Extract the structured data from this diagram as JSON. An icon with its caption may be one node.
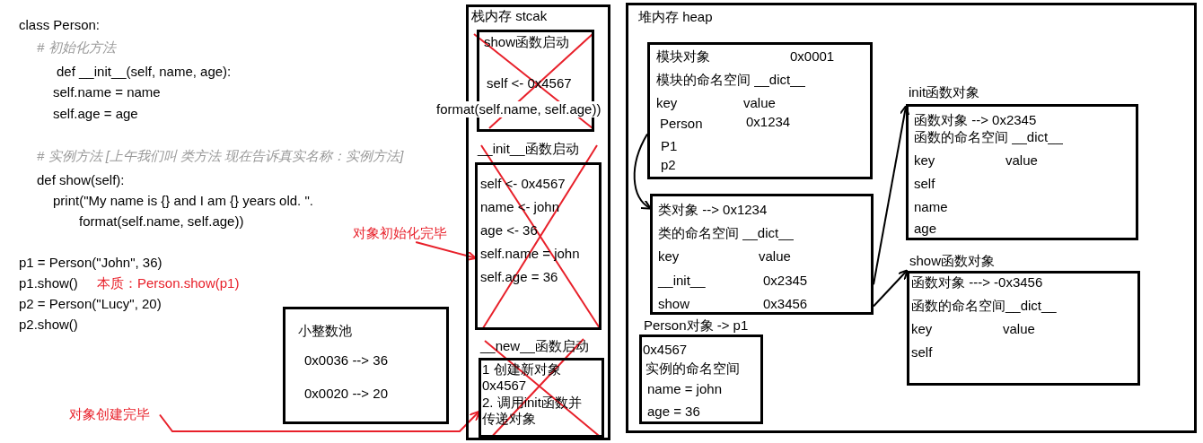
{
  "diagram": {
    "nodes": [
      {
        "text": [
          "栈内存 stcak"
        ]
      },
      {
        "text": [
          "show函数启动",
          "self <- 0x4567"
        ],
        "in": 0
      },
      {
        "text": [
          "__init__函数启动",
          "self <- 0x4567",
          "name <- john",
          "age <- 36",
          "self.name = john",
          "self.age = 36"
        ],
        "in": 0
      },
      {
        "text": [
          "__new__函数启动",
          "1 创建新对象 0x4567",
          "2. 调用init函数并传递对象"
        ],
        "in": 0
      },
      {
        "text": [
          "堆内存 heap"
        ]
      },
      {
        "text": [
          "模块对象",
          "0x0001",
          "模块的命名空间 __dict__",
          "key",
          "value",
          "Person",
          "0x1234",
          "P1",
          "p2"
        ],
        "in": 4
      },
      {
        "text": [
          "类对象 --> 0x1234",
          "类的命名空间 __dict__",
          "key",
          "value",
          "__init__",
          "0x2345",
          "show",
          "0x3456"
        ],
        "in": 4
      },
      {
        "text": [
          "Person对象 -> p1",
          "0x4567",
          "实例的命名空间",
          "name = john",
          "age = 36"
        ],
        "in": 4
      },
      {
        "text": [
          "init函数对象",
          "函数对象  --> 0x2345",
          "函数的命名空间 __dict__",
          "key",
          "value",
          "self",
          "name",
          "age"
        ],
        "in": 4
      },
      {
        "text": [
          "show函数对象",
          "函数对象 ---> -0x3456",
          "函数的命名空间__dict__",
          "key",
          "value",
          "self"
        ],
        "in": 4
      },
      {
        "text": [
          "小整数池",
          "0x0036 --> 36",
          "0x0020 --> 20"
        ]
      },
      {
        "text": [
          "对象初始化完毕"
        ]
      },
      {
        "text": [
          "对象创建完毕"
        ]
      }
    ],
    "edges": [
      {
        "from": 5,
        "to": 6,
        "arrow": "to"
      },
      {
        "from": 6,
        "to": 8,
        "arrow": "to"
      },
      {
        "from": 6,
        "to": 9,
        "arrow": "to"
      },
      {
        "from": 11,
        "to": 2,
        "arrow": "to",
        "color": "#e8202a"
      },
      {
        "from": 12,
        "to": 3,
        "arrow": "to",
        "color": "#e8202a"
      }
    ],
    "labels": [
      "class Person:",
      "# 初始化方法",
      "def __init__(self, name, age):",
      "self.name = name",
      "self.age = age",
      "# 实例方法 [上午我们叫 类方法 现在告诉真实名称：实例方法]",
      "def show(self):",
      "print(\"My name is {} and I am {} years old. \".",
      "format(self.name, self.age))",
      "p1 = Person(\"John\", 36)",
      "p1.show()",
      "本质：Person.show(p1)",
      "p2 = Person(\"Lucy\", 20)",
      "p2.show()",
      "format(self.name, self.age))"
    ]
  }
}
